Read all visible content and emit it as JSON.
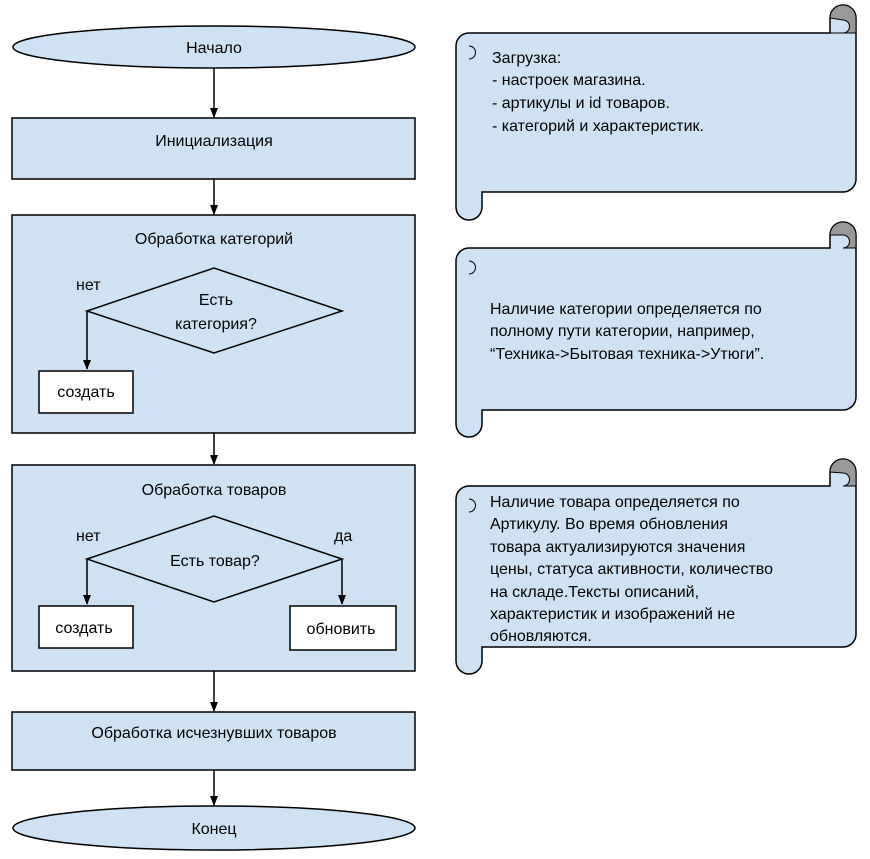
{
  "colors": {
    "fill": "#cfe2f3",
    "box_fill": "#ffffff",
    "stroke": "#000000",
    "scroll_curl": "#999999"
  },
  "flowchart": {
    "start": "Начало",
    "init": "Инициализация",
    "categories": {
      "title": "Обработка категорий",
      "decision_line1": "Есть",
      "decision_line2": "категория?",
      "no_label": "нет",
      "create": "создать"
    },
    "products": {
      "title": "Обработка товаров",
      "decision": "Есть товар?",
      "no_label": "нет",
      "yes_label": "да",
      "create": "создать",
      "update": "обновить"
    },
    "missing": "Обработка исчезнувших товаров",
    "end": "Конец"
  },
  "notes": [
    {
      "lines": [
        "Загрузка:",
        "- настроек магазина.",
        "- артикулы и id товаров.",
        "- категорий и характеристик."
      ]
    },
    {
      "lines": [
        "Наличие категории определяется по",
        "полному пути категории, например,",
        "“Техника->Бытовая техника->Утюги”."
      ]
    },
    {
      "lines": [
        "Наличие товара определяется по",
        "Артикулу. Во время обновления",
        "товара актуализируются значения",
        "цены, статуса активности, количество",
        "на складе.Тексты описаний,",
        "характеристик и изображений не",
        "обновляются."
      ]
    }
  ]
}
